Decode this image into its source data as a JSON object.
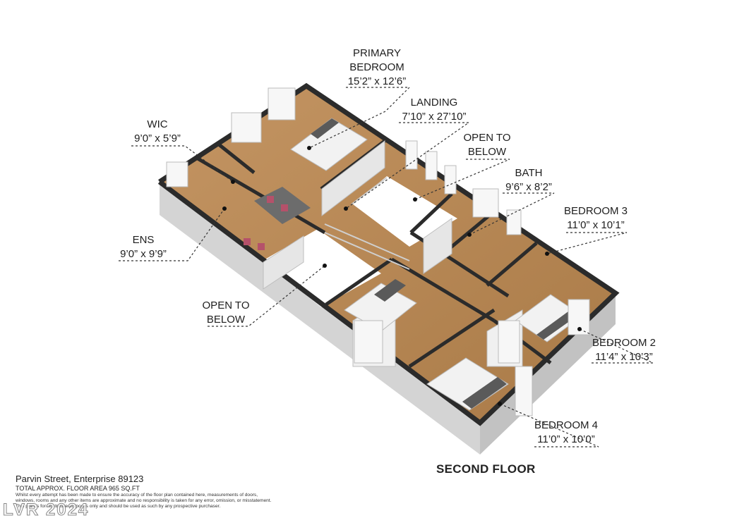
{
  "floor_title": "SECOND FLOOR",
  "address": "Parvin Street, Enterprise 89123",
  "total_area": "TOTAL APPROX. FLOOR AREA 965 SQ.FT",
  "disclaimer": [
    "Whilst every attempt has been made to ensure the accuracy of the floor plan contained here, measurements of doors,",
    "windows, rooms and any other items are approximate and no responsibility is taken for any error, omission, or misstatement.",
    "This plan is for illustrative purposes only and should be used as such by any prospective purchaser."
  ],
  "watermark": "LVR 2024",
  "rooms": [
    {
      "id": "primary",
      "name": [
        "PRIMARY",
        "BEDROOM"
      ],
      "dim": "15’2” x 12’6”"
    },
    {
      "id": "landing",
      "name": [
        "LANDING"
      ],
      "dim": "7’10” x 27’10”"
    },
    {
      "id": "open-right",
      "name": [
        "OPEN TO",
        "BELOW"
      ],
      "dim": ""
    },
    {
      "id": "wic",
      "name": [
        "WIC"
      ],
      "dim": "9’0” x 5’9”"
    },
    {
      "id": "bath",
      "name": [
        "BATH"
      ],
      "dim": "9’6” x 8’2”"
    },
    {
      "id": "bedroom3",
      "name": [
        "BEDROOM 3"
      ],
      "dim": "11’0” x 10’1”"
    },
    {
      "id": "ens",
      "name": [
        "ENS"
      ],
      "dim": "9’0” x 9’9”"
    },
    {
      "id": "open-left",
      "name": [
        "OPEN TO",
        "BELOW"
      ],
      "dim": ""
    },
    {
      "id": "bedroom2",
      "name": [
        "BEDROOM 2"
      ],
      "dim": "11’4” x 10’3”"
    },
    {
      "id": "bedroom4",
      "name": [
        "BEDROOM 4"
      ],
      "dim": "11’0” x 10’0”"
    }
  ],
  "colors": {
    "floor_wood": "#b98a55",
    "wall_top": "#2b2b2b",
    "wall_side": "#d8d8d8",
    "open_area": "#ffffff",
    "bed_gray": "#5a5a5a"
  }
}
